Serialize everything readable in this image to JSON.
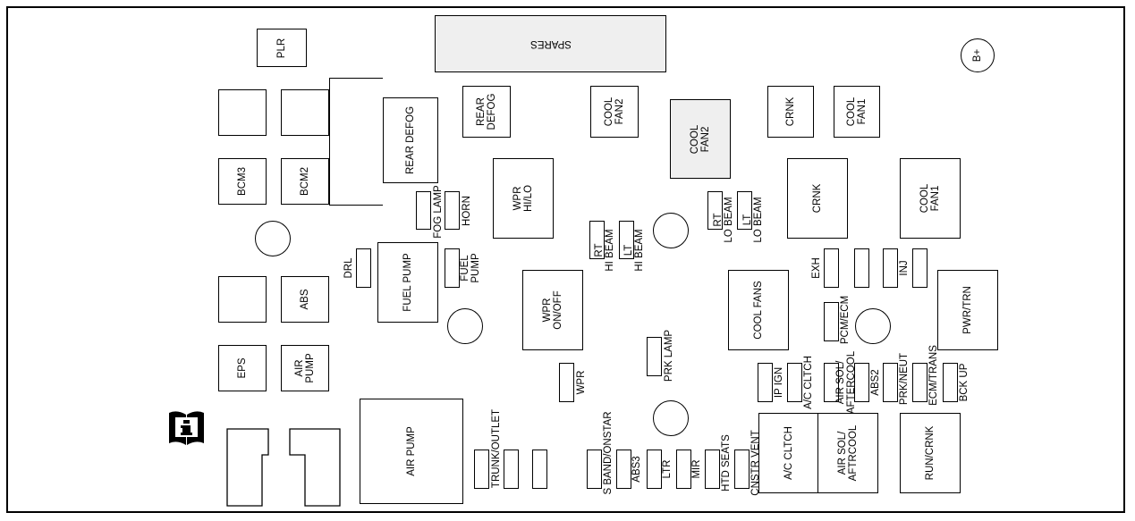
{
  "labels": {
    "plr": "PLR",
    "spares": "SPARES",
    "bplus": "B+",
    "rear_defog_big": "REAR DEFOG",
    "rear_defog_small": "REAR\nDEFOG",
    "cool_fan2_small": "COOL\nFAN2",
    "cool_fan2_big": "COOL\nFAN2",
    "crnk_small": "CRNK",
    "cool_fan1_small": "COOL\nFAN1",
    "bcm3": "BCM3",
    "bcm2": "BCM2",
    "fog_lamp": "FOG LAMP",
    "horn": "HORN",
    "wpr_hilo": "WPR\nHI/LO",
    "crnk_big": "CRNK",
    "cool_fan1_big": "COOL\nFAN1",
    "rt_hi_beam": "RT\nHI BEAM",
    "lt_hi_beam": "LT\nHI BEAM",
    "rt_lo_beam": "RT\nLO BEAM",
    "lt_lo_beam": "LT\nLO BEAM",
    "drl": "DRL",
    "fuel_pump_big": "FUEL PUMP",
    "fuel_pump_small": "FUEL\nPUMP",
    "abs": "ABS",
    "wpr_onoff": "WPR\nON/OFF",
    "cool_fans": "COOL FANS",
    "exh": "EXH",
    "inj": "INJ",
    "pwr_trn": "PWR/TRN",
    "pcm_ecm": "PCM/ECM",
    "prk_lamp": "PRK LAMP",
    "eps": "EPS",
    "air_pump_small": "AIR\nPUMP",
    "wpr_small": "WPR",
    "ip_ign": "IP IGN",
    "ac_clutch_small": "A/C CLTCH",
    "air_sol_small": "AIR SOL/\nAFTERCOOL",
    "abs2": "ABS2",
    "prk_neut": "PRK/NEUT",
    "ecm_trans": "ECM/TRANS",
    "bck_up": "BCK UP",
    "air_pump_big": "AIR PUMP",
    "trunk_outlet": "TRUNK/OUTLET",
    "s_band_onstar": "S BAND/ONSTAR",
    "abs3": "ABS3",
    "ltr": "LTR",
    "mir": "MIR",
    "htd_seats": "HTD SEATS",
    "cnstr_vent": "CNSTR VENT",
    "ac_clutch_big": "A/C CLTCH",
    "air_sol_big": "AIR SOL/\nAFTRCOOL",
    "run_crnk": "RUN/CRNK"
  }
}
